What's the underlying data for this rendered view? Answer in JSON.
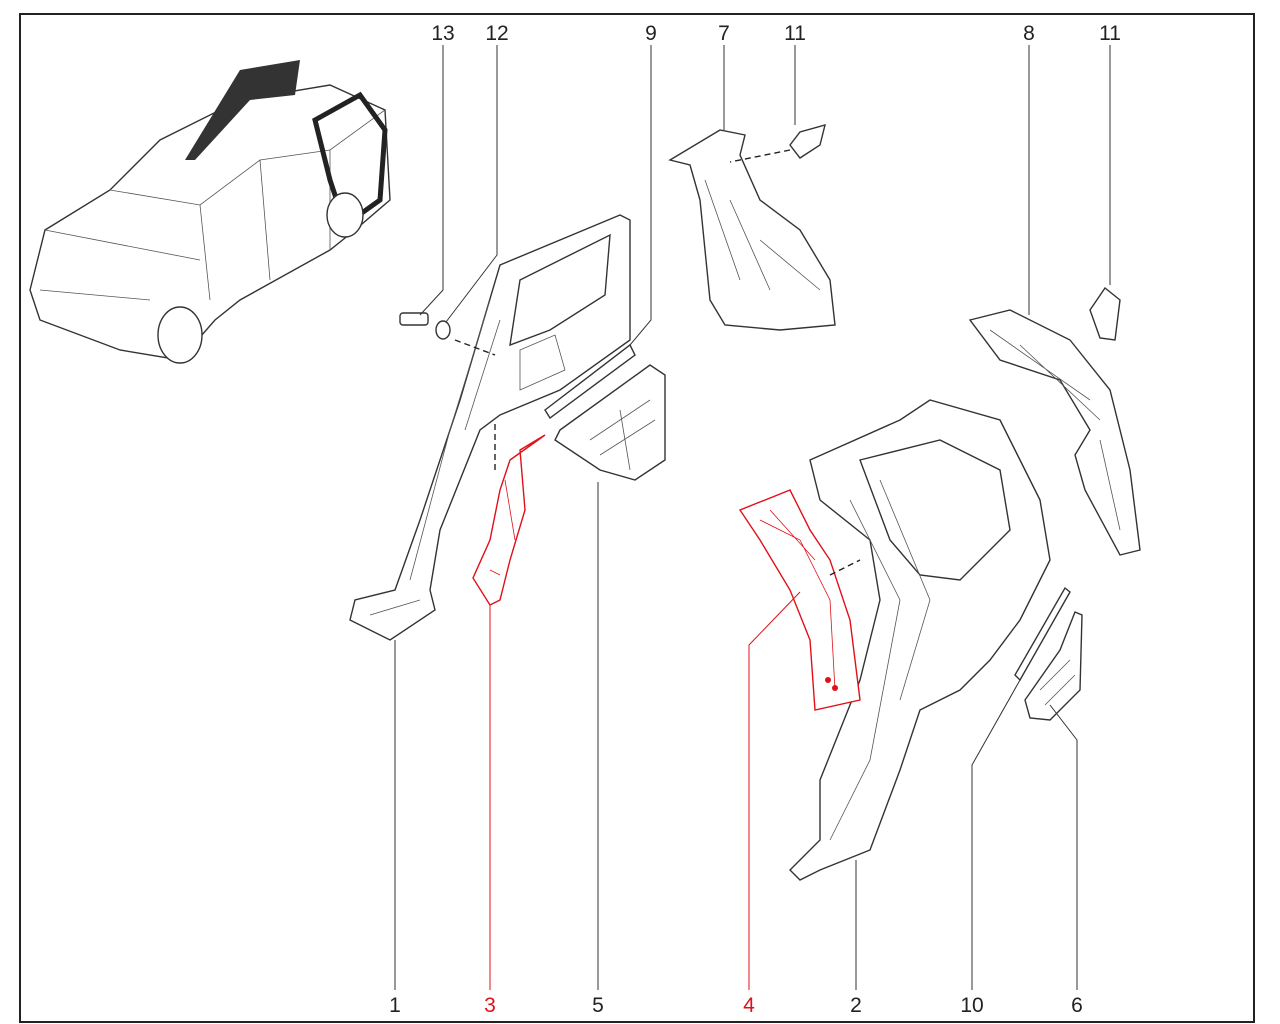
{
  "diagram": {
    "accent_color": "#e0101a",
    "top_labels": [
      "13",
      "12",
      "9",
      "7",
      "11",
      "8",
      "11"
    ],
    "bottom_labels": [
      "1",
      "3",
      "5",
      "4",
      "2",
      "10",
      "6"
    ],
    "highlighted": [
      "3",
      "4"
    ]
  }
}
